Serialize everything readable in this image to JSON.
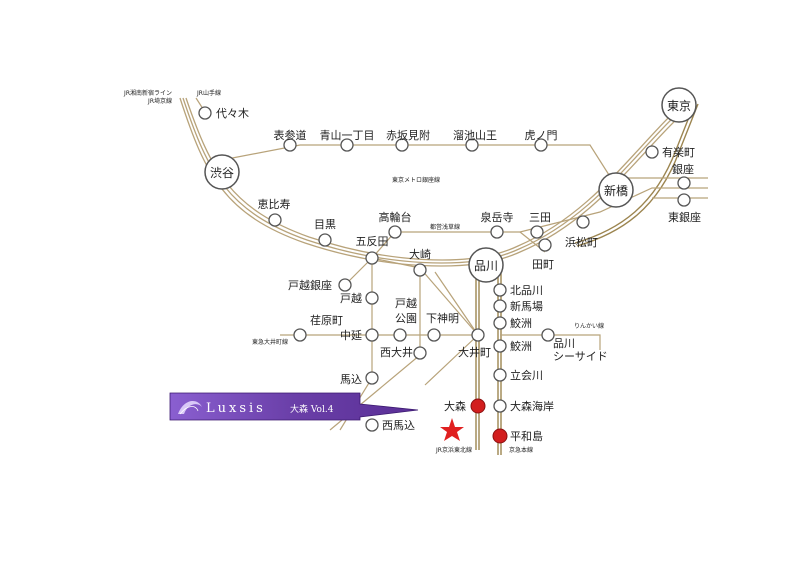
{
  "map": {
    "colors": {
      "line": "#b8a37a",
      "gold": "#9c8550",
      "station_fill": "#ffffff",
      "station_stroke": "#555555",
      "highlight": "#d21e1e",
      "banner": "#6a3fa8",
      "star": "#e02020"
    },
    "major_stations": {
      "tokyo": "東京",
      "shibuya": "渋谷",
      "shinbashi": "新橋",
      "shinagawa": "品川"
    },
    "yamanote": {
      "yoyogi": "代々木",
      "ebisu": "恵比寿",
      "meguro": "目黒",
      "gotanda": "五反田",
      "osaki": "大崎",
      "takanawadai_label": "高輪台",
      "hamamatsucho": "浜松町",
      "tamachi": "田町",
      "yurakucho": "有楽町"
    },
    "ginza_line": {
      "omotesando": "表参道",
      "aoyama": "青山一丁目",
      "akasaka": "赤坂見附",
      "tameike": "溜池山王",
      "toranomon": "虎ノ門"
    },
    "asakusa_line": {
      "sengakuji": "泉岳寺",
      "mita": "三田",
      "takanawadai": "高輪台"
    },
    "ginza_area": {
      "ginza": "銀座",
      "higashiginza": "東銀座"
    },
    "ikegami": {
      "togoshiginza": "戸越銀座",
      "ebaramachi": "荏原町",
      "nakanobu": "中延",
      "magome": "馬込",
      "nishimagome": "西馬込",
      "togoshi": "戸越",
      "togoshikoen": "戸越\n公園",
      "shimoshinmei": "下神明",
      "nishioi": "西大井",
      "oimachi": "大井町"
    },
    "keikyu": {
      "kitashinagawa": "北品川",
      "shinbamba": "新馬場",
      "samezu1": "鮫洲",
      "samezu2": "鮫洲",
      "tachiaigawa": "立会川",
      "omorikaigan": "大森海岸",
      "heiwajima": "平和島",
      "omori": "大森"
    },
    "rinkai": {
      "shinagawa_seaside": "品川\nシーサイド"
    },
    "line_labels": {
      "shonan": "JR湘南新宿ライン\nJR埼京線",
      "yamanote_top": "JR山手線",
      "ginza": "東京メトロ銀座線",
      "asakusa": "都営浅草線",
      "tokyu_oimachi": "東急大井町線",
      "rinkai": "りんかい線",
      "keihin_tohoku": "JR京浜東北線",
      "keikyu": "京急本線"
    },
    "banner": {
      "brand": "Luxsis",
      "sub": "大森 Vol.4"
    }
  }
}
